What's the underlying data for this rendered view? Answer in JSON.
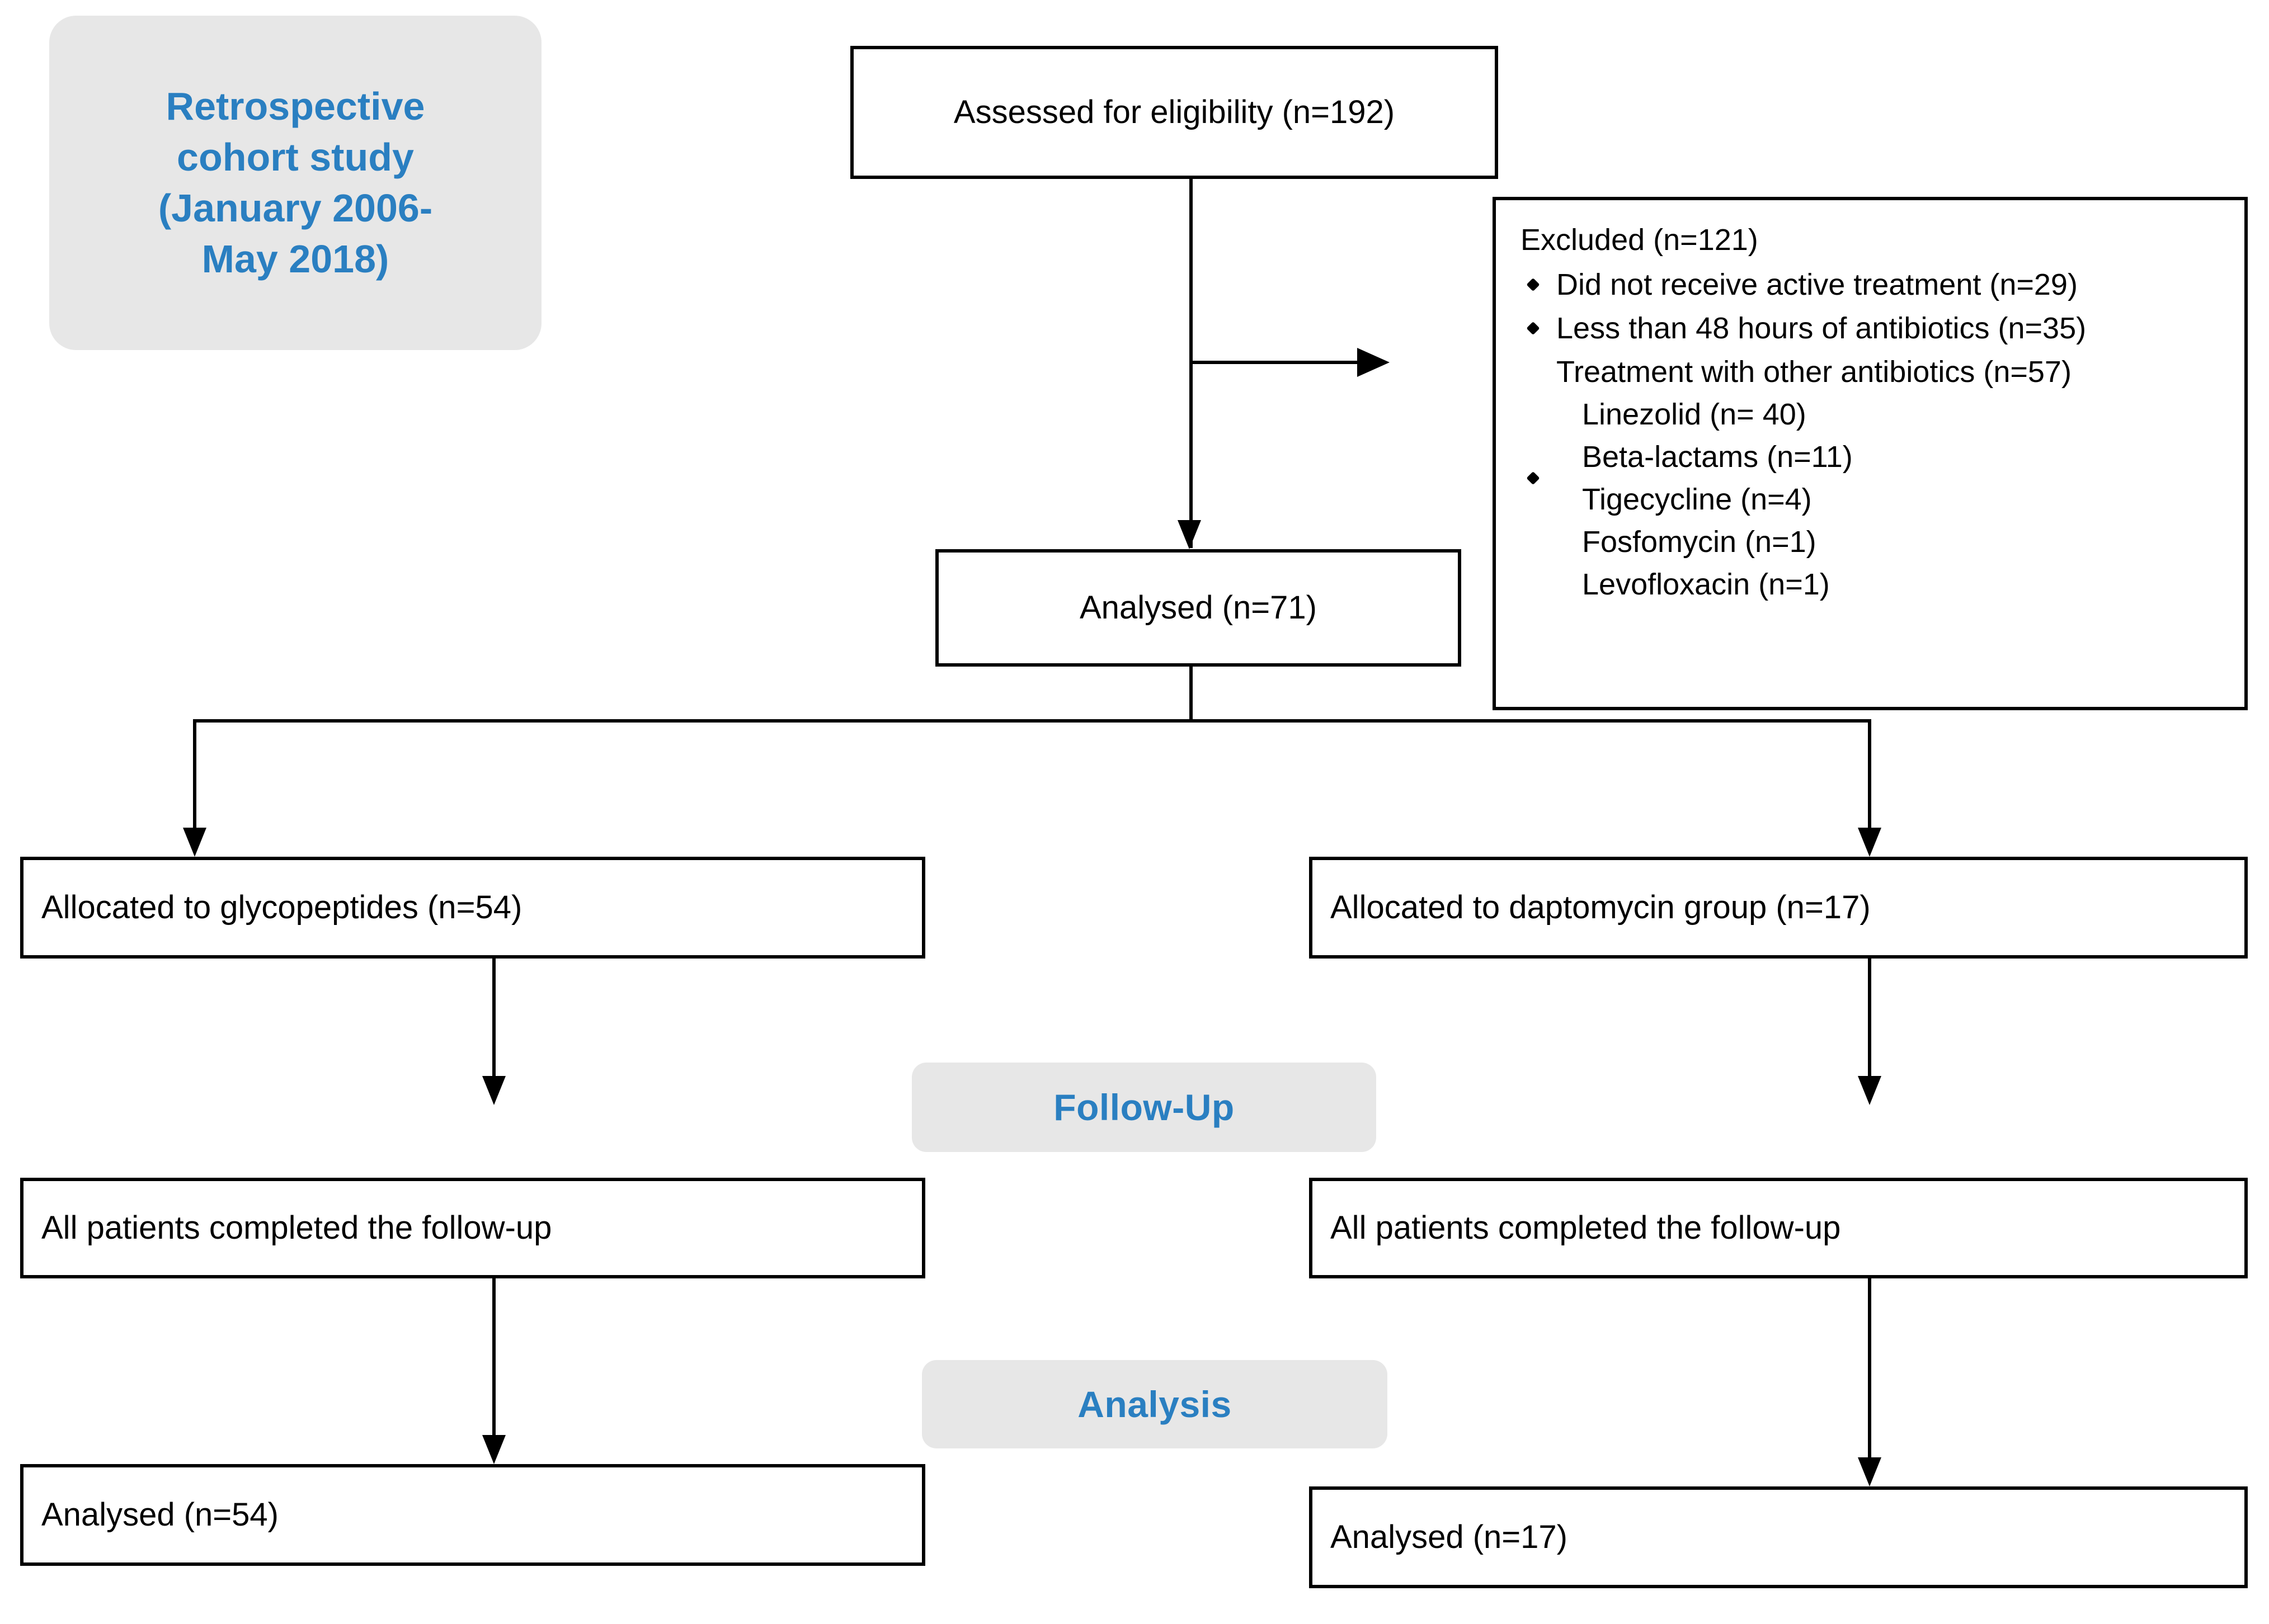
{
  "figure": {
    "type": "consort-flow-diagram",
    "accent_color": "#2a7fc1",
    "panel_color": "#e7e7e7",
    "line_color": "#000000"
  },
  "study_card": {
    "line1": "Retrospective",
    "line2": "cohort study",
    "line3": "(January 2006-",
    "line4": "May 2018)"
  },
  "enrollment": {
    "assessed_label": "Assessed for eligibility (n=192)"
  },
  "excluded": {
    "title": "Excluded (n=121)",
    "reasons": [
      "Did not receive active treatment (n=29)",
      "Less than 48 hours of antibiotics (n=35)",
      "Treatment with other antibiotics (n=57)"
    ],
    "other_antibiotics": [
      "Linezolid (n= 40)",
      "Beta-lactams (n=11)",
      "Tigecycline (n=4)",
      "Fosfomycin (n=1)",
      "Levofloxacin (n=1)"
    ]
  },
  "analysed_total": {
    "label": "Analysed (n=71)"
  },
  "stages": {
    "follow_up": "Follow-Up",
    "analysis": "Analysis"
  },
  "arms": {
    "left": {
      "allocation": "Allocated to glycopeptides (n=54)",
      "follow_up": "All patients completed the follow-up",
      "analysed": "Analysed (n=54)"
    },
    "right": {
      "allocation": "Allocated to daptomycin group (n=17)",
      "follow_up": "All patients completed the follow-up",
      "analysed": "Analysed (n=17)"
    }
  },
  "chart_data": {
    "type": "table",
    "title": "CONSORT-style participant flow",
    "nodes": [
      {
        "id": "assessed",
        "label": "Assessed for eligibility",
        "n": 192
      },
      {
        "id": "excluded",
        "label": "Excluded",
        "n": 121
      },
      {
        "id": "excl_no_active_treatment",
        "label": "Did not receive active treatment",
        "n": 29
      },
      {
        "id": "excl_less_48h",
        "label": "Less than 48 hours of antibiotics",
        "n": 35
      },
      {
        "id": "excl_other_abx",
        "label": "Treatment with other antibiotics",
        "n": 57
      },
      {
        "id": "excl_linezolid",
        "label": "Linezolid",
        "n": 40
      },
      {
        "id": "excl_beta_lactams",
        "label": "Beta-lactams",
        "n": 11
      },
      {
        "id": "excl_tigecycline",
        "label": "Tigecycline",
        "n": 4
      },
      {
        "id": "excl_fosfomycin",
        "label": "Fosfomycin",
        "n": 1
      },
      {
        "id": "excl_levofloxacin",
        "label": "Levofloxacin",
        "n": 1
      },
      {
        "id": "analysed_total",
        "label": "Analysed",
        "n": 71
      },
      {
        "id": "alloc_glycopeptides",
        "label": "Allocated to glycopeptides",
        "n": 54
      },
      {
        "id": "alloc_daptomycin",
        "label": "Allocated to daptomycin group",
        "n": 17
      },
      {
        "id": "analysed_glycopeptides",
        "label": "Analysed",
        "n": 54
      },
      {
        "id": "analysed_daptomycin",
        "label": "Analysed",
        "n": 17
      }
    ]
  }
}
